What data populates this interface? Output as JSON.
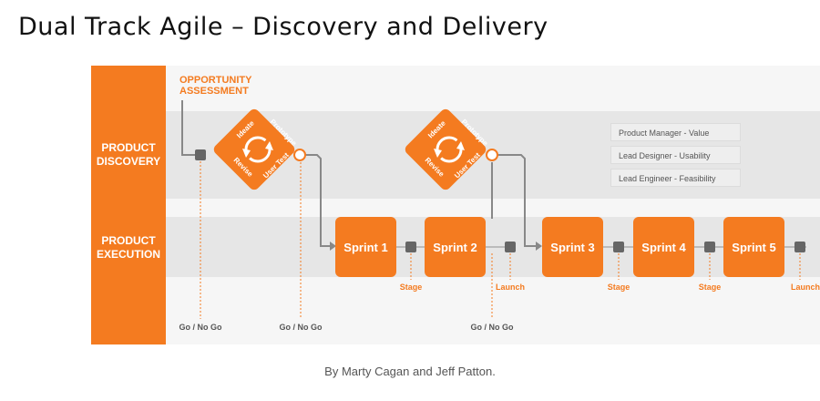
{
  "title": "Dual Track Agile – Discovery and Delivery",
  "rows": {
    "discovery": "PRODUCT DISCOVERY",
    "execution": "PRODUCT EXECUTION"
  },
  "opportunity": "OPPORTUNITY ASSESSMENT",
  "cycle": {
    "ideate": "Ideate",
    "prototype": "Prototype",
    "user_test": "User Test",
    "revise": "Revise"
  },
  "sprints": [
    "Sprint 1",
    "Sprint 2",
    "Sprint 3",
    "Sprint 4",
    "Sprint 5"
  ],
  "milestones": {
    "stage": "Stage",
    "launch": "Launch",
    "go_no_go": "Go / No Go"
  },
  "roles": [
    "Product Manager - Value",
    "Lead Designer - Usability",
    "Lead Engineer - Feasibility"
  ],
  "credit": "By Marty Cagan and Jeff Patton.",
  "colors": {
    "accent": "#f47b20",
    "band": "#e6e6e6",
    "gate": "#666666"
  }
}
